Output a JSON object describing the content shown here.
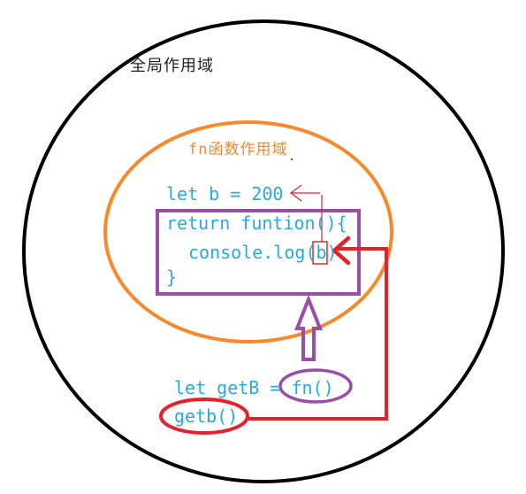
{
  "labels": {
    "global_scope": "全局作用域",
    "fn_scope": "fn函数作用域"
  },
  "code": {
    "let_b": "let b = 200",
    "return_line": "return funtion(){",
    "console_line": "console.log(b)",
    "closing_brace": "}",
    "let_getb": "let getB = fn()",
    "call_getb": "getb()"
  },
  "colors": {
    "global_scope_border": "#000000",
    "fn_scope_border": "#f7892b",
    "closure_box_border": "#9b4ea8",
    "code_text": "#29a9e3",
    "reference_arrow": "#e8202a",
    "label_text": "#222222"
  }
}
